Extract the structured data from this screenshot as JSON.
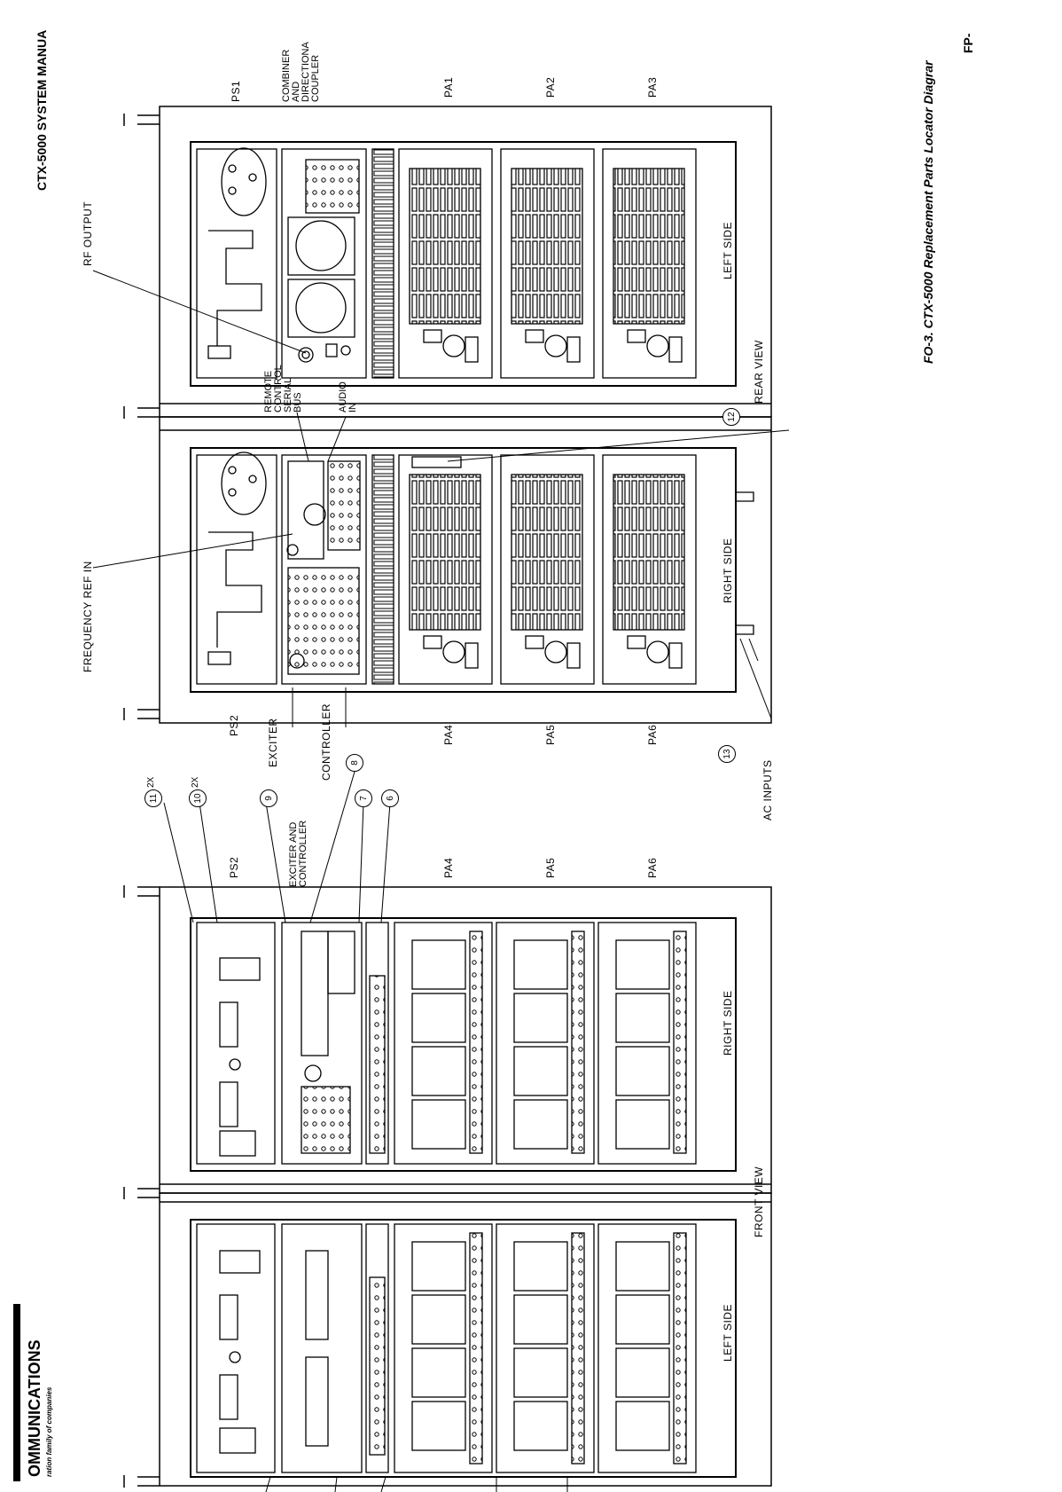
{
  "header": {
    "manual_title": "CTX-5000 SYSTEM MANUA",
    "page_id": "FP-",
    "caption": "FO-3. CTX-5000 Replacement Parts Locator Diagrar",
    "logo_text": "OMMUNICATIONS",
    "logo_sub": "ration family of companies"
  },
  "rear_view": {
    "view_label": "REAR VIEW",
    "left_side_label": "LEFT SIDE",
    "right_side_label": "RIGHT SIDE",
    "top_labels": {
      "ps1": "PS1",
      "combiner": [
        "COMBINER",
        "AND",
        "DIRECTIONA",
        "COUPLER"
      ],
      "pa1": "PA1",
      "pa2": "PA2",
      "pa3": "PA3"
    },
    "bottom_labels": {
      "ps2": "PS2",
      "exciter": "EXCITER",
      "controller": "CONTROLLER",
      "pa4": "PA4",
      "pa5": "PA5",
      "pa6": "PA6",
      "ac_inputs": "AC INPUTS"
    },
    "callouts": {
      "rf_output": "RF OUTPUT",
      "frequency_ref_in": "FREQUENCY REF IN",
      "remote_control": [
        "REMOTE",
        "CONTROL",
        "SERIAL",
        "BUS"
      ],
      "audio_in": [
        "AUDIO",
        "IN"
      ],
      "item_12": "12",
      "item_13": "13"
    }
  },
  "front_view": {
    "view_label": "FRONT VIEW",
    "left_side_label": "LEFT SIDE",
    "right_side_label": "RIGHT SIDE",
    "top_labels": {
      "ps2": "PS2",
      "exciter_controller": [
        "EXCITER AND",
        "CONTROLLER"
      ],
      "pa4": "PA4",
      "pa5": "PA5",
      "pa6": "PA6"
    },
    "callouts": {
      "item_11": "11",
      "item_11_qty": "2X",
      "item_10": "10",
      "item_10_qty": "2X",
      "item_9": "9",
      "item_8": "8",
      "item_7": "7",
      "item_6": "6"
    }
  }
}
